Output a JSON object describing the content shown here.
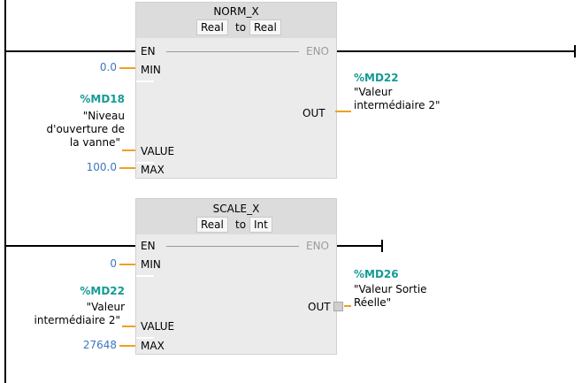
{
  "norm": {
    "title": "NORM_X",
    "type_in": "Real",
    "type_to": "to",
    "type_out": "Real",
    "en": "EN",
    "eno": "ENO",
    "min_label": "MIN",
    "value_label": "VALUE",
    "max_label": "MAX",
    "out_label": "OUT",
    "min_const": "0.0",
    "max_const": "100.0",
    "value_tag": "%MD18",
    "value_comment": [
      "\"Niveau",
      "d'ouverture de",
      "la vanne\""
    ],
    "out_tag": "%MD22",
    "out_comment": [
      "\"Valeur",
      "intermédiaire 2\""
    ]
  },
  "scale": {
    "title": "SCALE_X",
    "type_in": "Real",
    "type_to": "to",
    "type_out": "Int",
    "en": "EN",
    "eno": "ENO",
    "min_label": "MIN",
    "value_label": "VALUE",
    "max_label": "MAX",
    "out_label": "OUT",
    "min_const": "0",
    "max_const": "27648",
    "value_tag": "%MD22",
    "value_comment": [
      "\"Valeur",
      "intermédiaire 2\""
    ],
    "out_tag": "%MD26",
    "out_comment": [
      "\"Valeur Sortie",
      "Réelle\""
    ]
  },
  "colors": {
    "constant": "#3a78c2",
    "tag": "#139b95",
    "connector": "#f0a020"
  }
}
